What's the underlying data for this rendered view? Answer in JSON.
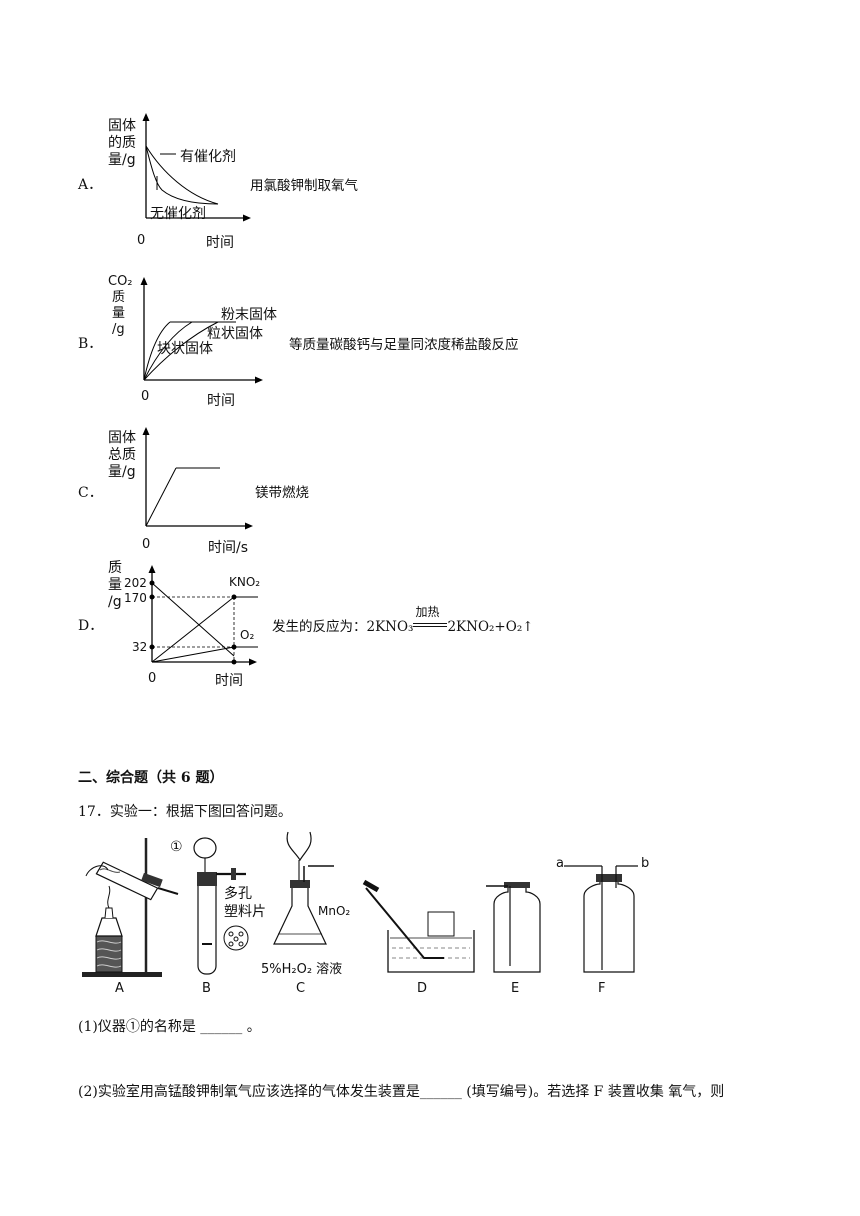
{
  "option_a": {
    "letter": "A．",
    "ylabel_lines": [
      "固体",
      "的质",
      "量/g"
    ],
    "origin": "0",
    "xlabel": "时间",
    "curve_label_catalyst": "有催化剂",
    "curve_label_no_catalyst": "无催化剂",
    "description": "用氯酸钾制取氧气"
  },
  "option_b": {
    "letter": "B．",
    "ylabel_lines": [
      "CO₂",
      "质",
      "量",
      "/g"
    ],
    "origin": "0",
    "xlabel": "时间",
    "curve_label_powder": "粉末固体",
    "curve_label_granular": "粒状固体",
    "curve_label_block": "块状固体",
    "description": "等质量碳酸钙与足量同浓度稀盐酸反应"
  },
  "option_c": {
    "letter": "C．",
    "ylabel_lines": [
      "固体",
      "总质",
      "量/g"
    ],
    "origin": "0",
    "xlabel": "时间/s",
    "description": "镁带燃烧"
  },
  "option_d": {
    "letter": "D．",
    "ylabel_lines": [
      "质",
      "量",
      "/g"
    ],
    "ytick_202": "202",
    "ytick_170": "170",
    "ytick_32": "32",
    "origin": "0",
    "xlabel": "时间",
    "series_kno2": "KNO₂",
    "series_o2": "O₂",
    "description_prefix": "发生的反应为：",
    "reactant": "2KNO₃",
    "condition": "加热",
    "products": "2KNO₂+O₂↑"
  },
  "section": {
    "title": "二、综合题（共 6 题）"
  },
  "question17": {
    "stem": "17．实验一：根据下图回答问题。",
    "apparatus_labels": [
      "A",
      "B",
      "C",
      "D",
      "E",
      "F"
    ],
    "marker_1": "①",
    "label_porous_1": "多孔",
    "label_porous_2": "塑料片",
    "label_mno2": "MnO₂",
    "label_h2o2": "5%H₂O₂ 溶液",
    "port_a": "a",
    "port_b": "b",
    "part1": "(1)仪器①的名称是  ______  。",
    "part2": "(2)实验室用高锰酸钾制氧气应该选择的气体发生装置是______ (填写编号)。若选择  F  装置收集  氧气，则"
  }
}
